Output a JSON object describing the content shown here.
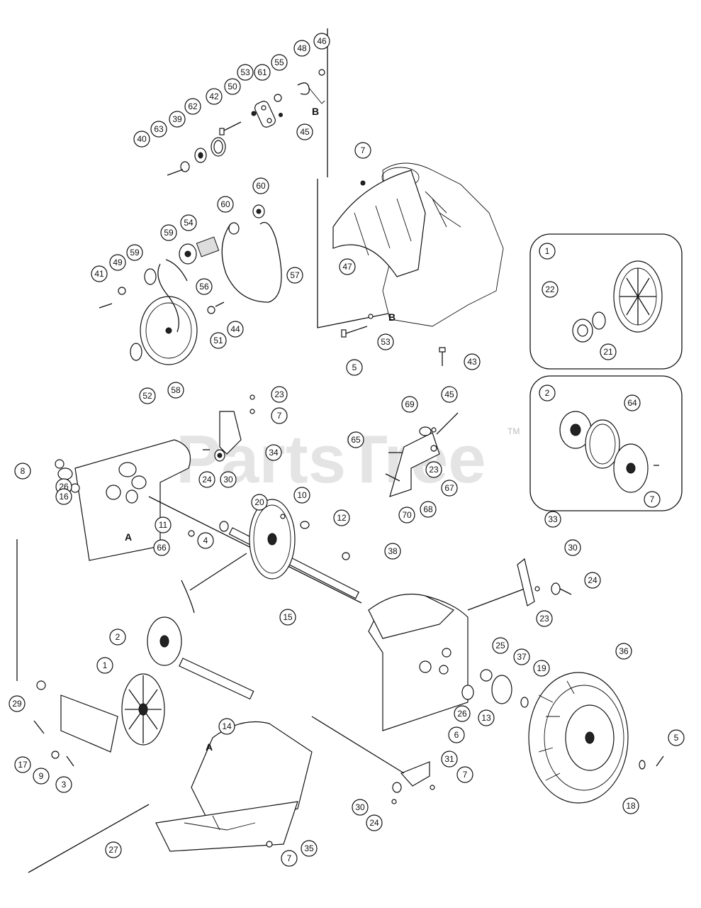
{
  "watermark": {
    "text": "PartsTree",
    "trademark": "TM"
  },
  "section_labels": [
    "A",
    "A",
    "B",
    "B"
  ],
  "insets": [
    {
      "id": "1",
      "label": "1"
    },
    {
      "id": "2",
      "label": "2"
    }
  ],
  "callouts": [
    "46",
    "48",
    "55",
    "53",
    "61",
    "50",
    "42",
    "62",
    "39",
    "63",
    "40",
    "45",
    "7",
    "60",
    "60",
    "54",
    "59",
    "59",
    "49",
    "41",
    "56",
    "57",
    "44",
    "51",
    "52",
    "58",
    "5",
    "53",
    "47",
    "43",
    "22",
    "21",
    "64",
    "7",
    "23",
    "7",
    "34",
    "24",
    "30",
    "8",
    "26",
    "16",
    "69",
    "45",
    "65",
    "23",
    "67",
    "68",
    "70",
    "20",
    "10",
    "12",
    "11",
    "4",
    "66",
    "15",
    "38",
    "33",
    "30",
    "24",
    "23",
    "2",
    "1",
    "14",
    "29",
    "17",
    "9",
    "3",
    "25",
    "37",
    "19",
    "36",
    "26",
    "13",
    "6",
    "5",
    "18",
    "31",
    "7",
    "30",
    "24",
    "27",
    "35",
    "7"
  ]
}
